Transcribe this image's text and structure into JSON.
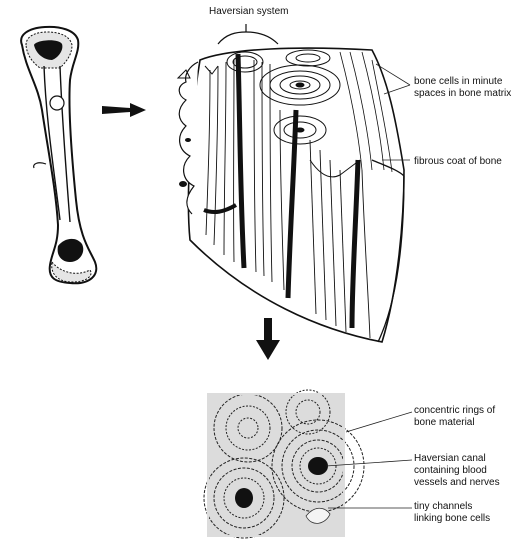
{
  "labels": {
    "haversian_system": "Haversian system",
    "bone_cells_line1": "bone cells in minute",
    "bone_cells_line2": "spaces in bone matrix",
    "fibrous_coat": "fibrous coat of bone",
    "rings_line1": "concentric rings of",
    "rings_line2": "bone material",
    "canal_line1": "Haversian canal",
    "canal_line2": "containing blood",
    "canal_line3": "vessels and nerves",
    "channels_line1": "tiny channels",
    "channels_line2": "linking bone cells"
  },
  "colors": {
    "ink": "#111111",
    "paper": "#ffffff",
    "micro_bg": "#d9d9d9"
  }
}
